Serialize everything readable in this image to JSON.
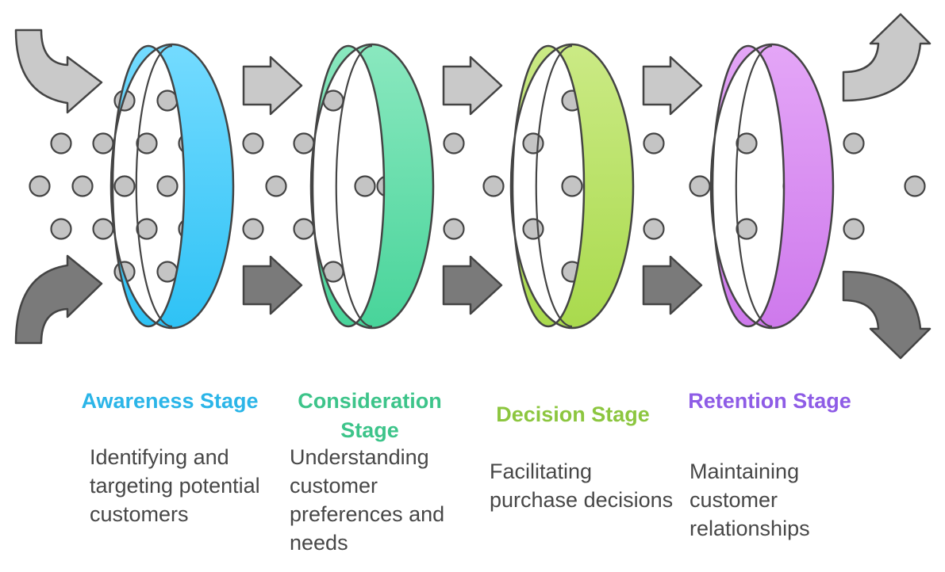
{
  "stages": [
    {
      "title": "Awareness Stage",
      "description": "Identifying and targeting potential customers",
      "color": "#2BB5E8"
    },
    {
      "title": "Consideration Stage",
      "description": "Understanding customer preferences and needs",
      "color": "#3DC48A"
    },
    {
      "title": "Decision Stage",
      "description": "Facilitating purchase decisions",
      "color": "#8CC63F"
    },
    {
      "title": "Retention Stage",
      "description": "Maintaining customer relationships",
      "color": "#8E5CE6"
    }
  ],
  "ring_colors": [
    {
      "light": "#74DBFF",
      "dark": "#2EC2F5"
    },
    {
      "light": "#8AE8BF",
      "dark": "#48D49A"
    },
    {
      "light": "#CBEA85",
      "dark": "#A9DA4D"
    },
    {
      "light": "#E4A6F7",
      "dark": "#CE79EC"
    }
  ],
  "arrow_colors": {
    "light": "#C9C9C9",
    "dark": "#7A7A7A",
    "outline": "#444444"
  },
  "dot_color": "#C4C4C4"
}
